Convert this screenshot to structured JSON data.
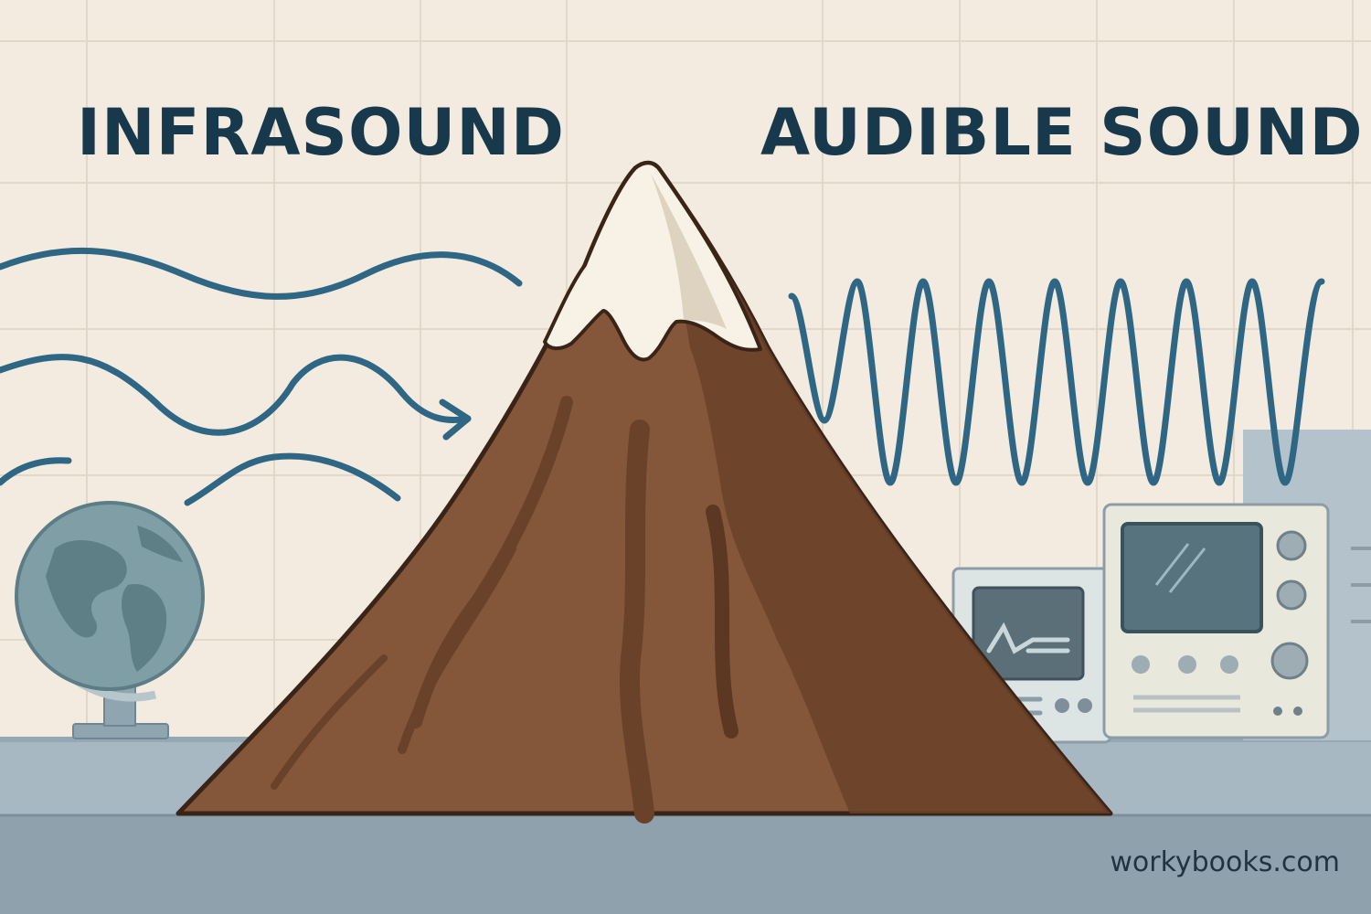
{
  "labels": {
    "infrasound": "INFRASOUND",
    "audible": "AUDIBLE SOUND"
  },
  "watermark": "workybooks.com",
  "colors": {
    "background": "#f3ebe0",
    "grid": "#e2d8ca",
    "wave": "#2e6684",
    "text": "#18394c",
    "mountain": "#85573a",
    "mountain_shadow": "#6a4129",
    "snow": "#f8f2e6",
    "floor": "#8ea1ad",
    "counter": "#a8b8c2"
  },
  "icons": [
    "globe-icon",
    "oscilloscope-icon",
    "monitor-icon",
    "mountain-icon",
    "arrow-right-icon"
  ]
}
